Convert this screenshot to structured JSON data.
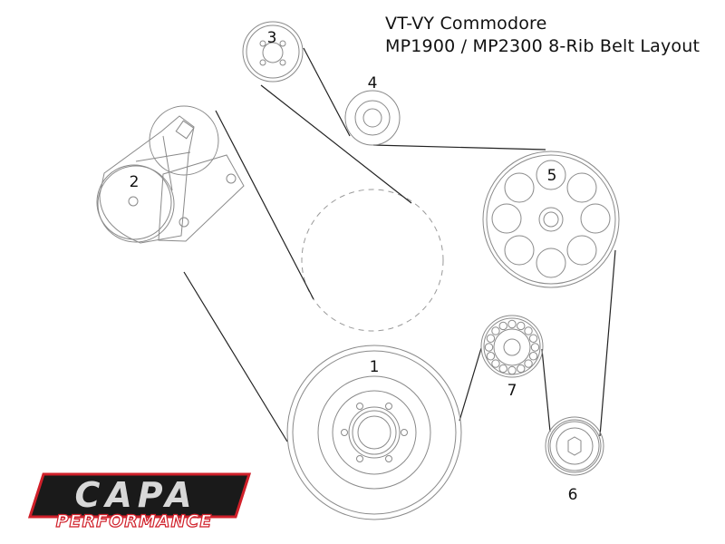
{
  "title": {
    "line1": "VT-VY Commodore",
    "line2": "MP1900 / MP2300 8-Rib Belt Layout"
  },
  "pulleys": [
    {
      "id": "1",
      "label": "1",
      "name": "crank-pulley"
    },
    {
      "id": "2",
      "label": "2",
      "name": "tensioner-pulley"
    },
    {
      "id": "3",
      "label": "3",
      "name": "idler-pulley-3"
    },
    {
      "id": "4",
      "label": "4",
      "name": "idler-pulley-4"
    },
    {
      "id": "5",
      "label": "5",
      "name": "supercharger-pulley"
    },
    {
      "id": "6",
      "label": "6",
      "name": "idler-pulley-6"
    },
    {
      "id": "7",
      "label": "7",
      "name": "idler-pulley-7"
    }
  ],
  "logo": {
    "main": "CAPA",
    "sub": "PERFORMANCE",
    "colors": {
      "red": "#d0202a",
      "dark": "#1a1a1a",
      "silver": "#d8d8d8"
    }
  },
  "colors": {
    "line": "#8a8a8a",
    "belt": "#222222",
    "text": "#111111"
  }
}
